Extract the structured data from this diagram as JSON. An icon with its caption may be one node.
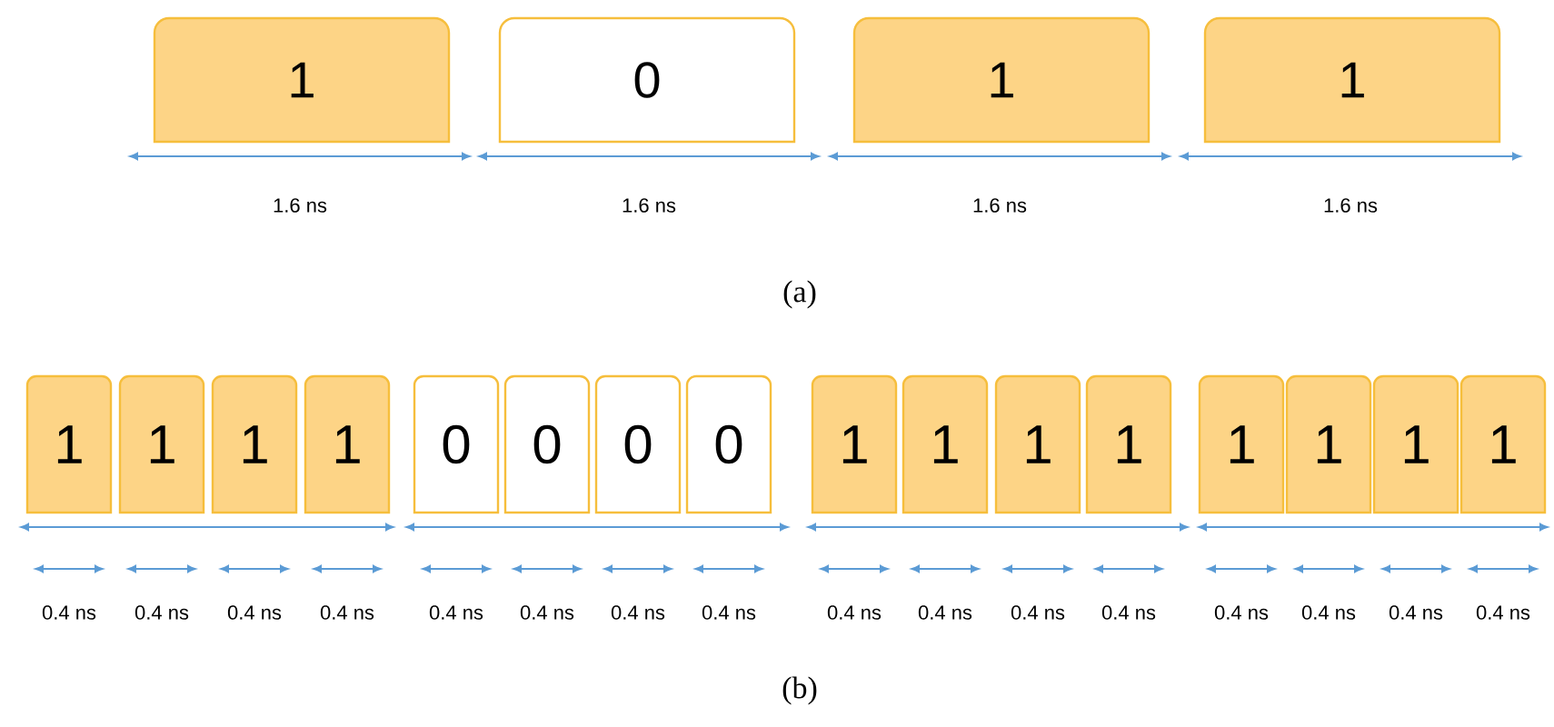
{
  "diagram": {
    "nodes": [
      {
        "text": [
          "1"
        ]
      },
      {
        "text": [
          "0"
        ]
      },
      {
        "text": [
          "1"
        ]
      },
      {
        "text": [
          "1"
        ]
      },
      {
        "text": [
          "1"
        ]
      },
      {
        "text": [
          "1"
        ]
      },
      {
        "text": [
          "1"
        ]
      },
      {
        "text": [
          "1"
        ]
      },
      {
        "text": [
          "0"
        ]
      },
      {
        "text": [
          "0"
        ]
      },
      {
        "text": [
          "0"
        ]
      },
      {
        "text": [
          "0"
        ]
      },
      {
        "text": [
          "1"
        ]
      },
      {
        "text": [
          "1"
        ]
      },
      {
        "text": [
          "1"
        ]
      },
      {
        "text": [
          "1"
        ]
      },
      {
        "text": [
          "1"
        ]
      },
      {
        "text": [
          "1"
        ]
      },
      {
        "text": [
          "1"
        ]
      },
      {
        "text": [
          "1"
        ]
      }
    ],
    "labels": [
      "1.6 ns",
      "1.6 ns",
      "1.6 ns",
      "1.6 ns",
      "(a)",
      "0.4 ns",
      "0.4 ns",
      "0.4 ns",
      "0.4 ns",
      "0.4 ns",
      "0.4 ns",
      "0.4 ns",
      "0.4 ns",
      "0.4 ns",
      "0.4 ns",
      "0.4 ns",
      "0.4 ns",
      "0.4 ns",
      "0.4 ns",
      "0.4 ns",
      "0.4 ns",
      "(b)"
    ]
  }
}
